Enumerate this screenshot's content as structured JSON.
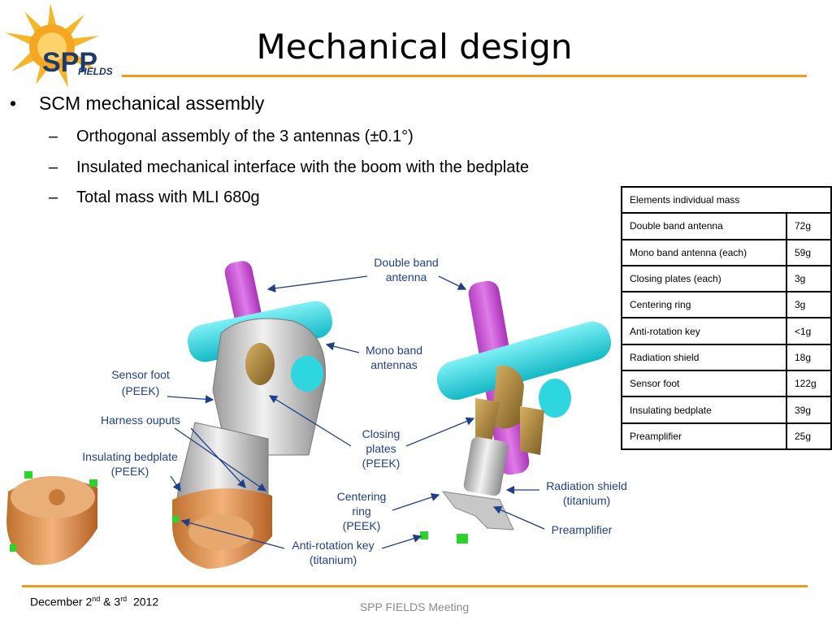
{
  "logo": {
    "text": "SPP",
    "subtext": "FIELDS"
  },
  "title": "Mechanical design",
  "bullets": {
    "main": "SCM mechanical assembly",
    "subs": [
      "Orthogonal assembly of the 3 antennas (±0.1°)",
      "Insulated mechanical interface with the boom with the bedplate",
      "Total mass with MLI 680g"
    ]
  },
  "mass_table": {
    "header": "Elements individual mass",
    "rows": [
      {
        "element": "Double band antenna",
        "mass": "72g"
      },
      {
        "element": "Mono band antenna (each)",
        "mass": "59g"
      },
      {
        "element": "Closing plates (each)",
        "mass": "3g"
      },
      {
        "element": "Centering ring",
        "mass": "3g"
      },
      {
        "element": "Anti-rotation key",
        "mass": "<1g"
      },
      {
        "element": "Radiation shield",
        "mass": "18g"
      },
      {
        "element": "Sensor foot",
        "mass": "122g"
      },
      {
        "element": "Insulating bedplate",
        "mass": "39g"
      },
      {
        "element": "Preamplifier",
        "mass": "25g"
      }
    ]
  },
  "figure_labels": {
    "double_band": [
      "Double band",
      "antenna"
    ],
    "mono_band": [
      "Mono band",
      "antennas"
    ],
    "sensor_foot": [
      "Sensor foot",
      "(PEEK)"
    ],
    "harness": [
      "Harness ouputs"
    ],
    "insulating_bedplate": [
      "Insulating bedplate",
      "(PEEK)"
    ],
    "closing_plates": [
      "Closing",
      "plates",
      "(PEEK)"
    ],
    "centering_ring": [
      "Centering",
      "ring",
      "(PEEK)"
    ],
    "radiation_shield": [
      "Radiation shield",
      "(titanium)"
    ],
    "preamplifier": [
      "Preamplifier"
    ],
    "anti_rotation_key": [
      "Anti-rotation key",
      "(titanium)"
    ]
  },
  "footer": {
    "date_day1": "December 2",
    "date_sup1": "nd",
    "date_mid": " & 3",
    "date_sup2": "rd",
    "date_year": "  2012",
    "center": "SPP FIELDS Meeting"
  },
  "colors": {
    "accent_orange": "#f39a1d",
    "label_blue": "#1f3f8a",
    "antenna_cyan": "#2ed6e0",
    "antenna_magenta": "#c84fd2"
  }
}
